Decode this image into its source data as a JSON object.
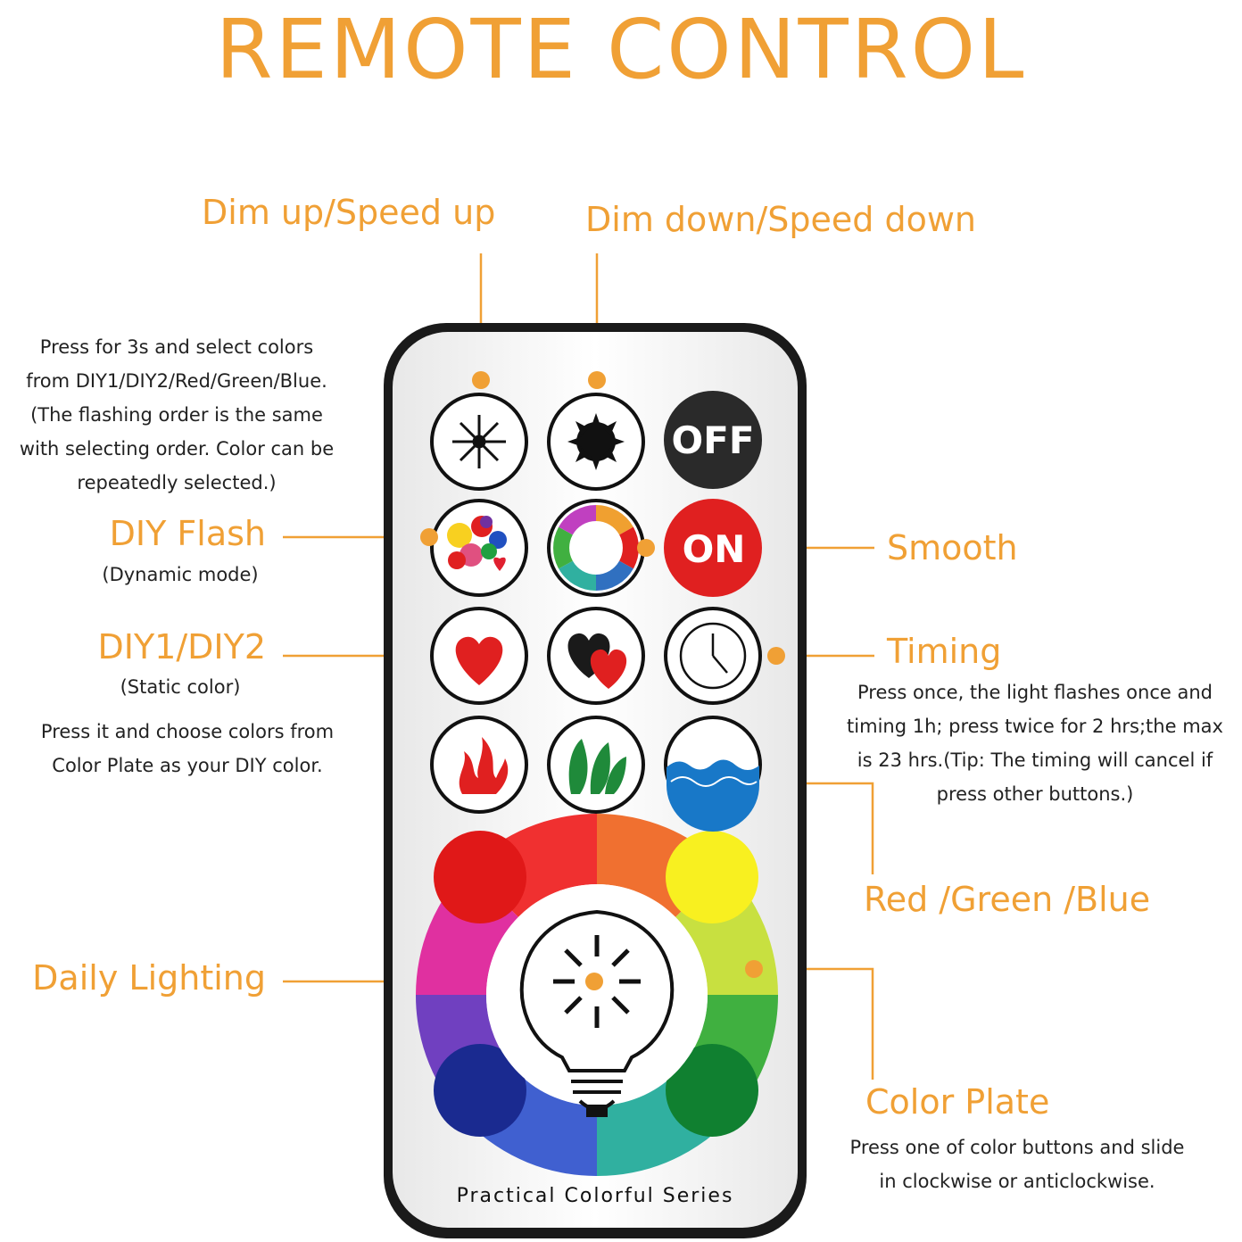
{
  "title": "REMOTE CONTROL",
  "colors": {
    "accent": "#F0A035",
    "remote_body": "#1a1a1a",
    "remote_face": "#f4f4f4",
    "off_button": "#2a2a2a",
    "on_button": "#e02020"
  },
  "labels": {
    "dim_up": "Dim up/Speed up",
    "dim_down": "Dim down/Speed down",
    "diy_flash": "DIY Flash",
    "diy_flash_sub": "(Dynamic mode)",
    "diy12": "DIY1/DIY2",
    "diy12_sub": "(Static color)",
    "smooth": "Smooth",
    "timing": "Timing",
    "rgb": "Red /Green /Blue",
    "daily": "Daily Lighting",
    "color_plate": "Color Plate"
  },
  "notes": {
    "press3s": [
      "Press for 3s and select colors",
      "from DIY1/DIY2/Red/Green/Blue.",
      "(The flashing order is the same",
      "with selecting order. Color can be",
      "repeatedly selected.)"
    ],
    "diy_press": [
      "Press it and choose colors from",
      "Color Plate as your DIY color."
    ],
    "timing": [
      "Press once, the light flashes once and",
      "timing 1h; press twice for 2 hrs;the max",
      "is 23 hrs.(Tip: The timing will cancel if",
      "press other buttons.)"
    ],
    "color_plate": [
      "Press one of color buttons and slide",
      "in clockwise or anticlockwise."
    ]
  },
  "remote": {
    "off_label": "OFF",
    "on_label": "ON",
    "series": "Practical Colorful Series"
  },
  "icons": {
    "dim_up": "sun-outline-icon",
    "dim_down": "sun-filled-icon",
    "diy_flash": "bubbles-heart-icon",
    "smooth": "color-ring-icon",
    "diy1": "heart-icon",
    "diy2": "two-hearts-icon",
    "timing": "clock-icon",
    "red": "flame-icon",
    "green": "leaves-icon",
    "blue": "waves-icon",
    "daily": "light-bulb-icon"
  }
}
